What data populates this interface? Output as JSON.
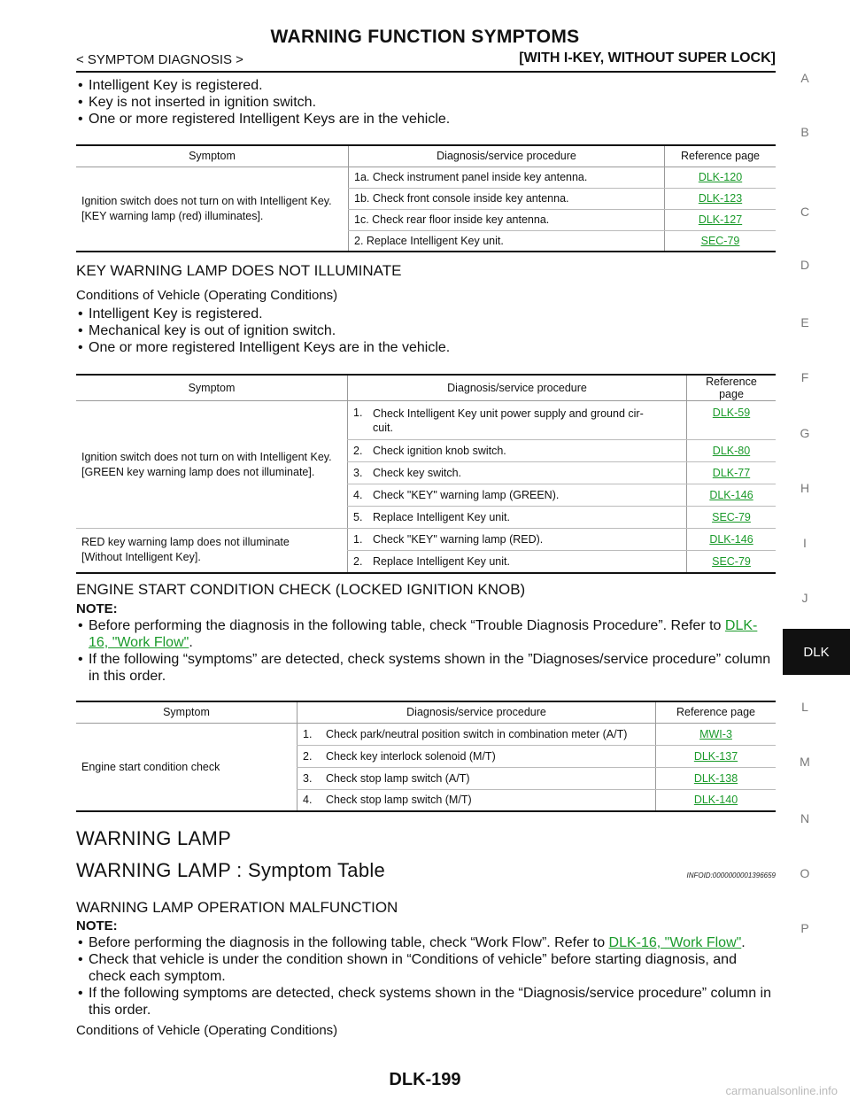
{
  "header": {
    "title": "WARNING FUNCTION SYMPTOMS",
    "section": "< SYMPTOM DIAGNOSIS >",
    "variant": "[WITH I-KEY, WITHOUT SUPER LOCK]"
  },
  "intro_bullets": [
    "Intelligent Key is registered.",
    "Key is not inserted in ignition switch.",
    "One or more registered Intelligent Keys are in the vehicle."
  ],
  "table_headers": {
    "symptom": "Symptom",
    "procedure": "Diagnosis/service procedure",
    "reference": "Reference page"
  },
  "table1": {
    "symptom": [
      "Ignition switch does not turn on with Intelligent Key.",
      "[KEY warning lamp (red) illuminates]."
    ],
    "rows": [
      {
        "proc": "1a. Check instrument panel inside key antenna.",
        "ref": "DLK-120"
      },
      {
        "proc": "1b. Check front console inside key antenna.",
        "ref": "DLK-123"
      },
      {
        "proc": "1c. Check rear floor inside key antenna.",
        "ref": "DLK-127"
      },
      {
        "proc": "2. Replace Intelligent Key unit.",
        "ref": "SEC-79"
      }
    ]
  },
  "section_key_lamp": {
    "heading": "KEY WARNING LAMP DOES NOT ILLUMINATE",
    "conditions": "Conditions of Vehicle (Operating Conditions)",
    "bullets": [
      "Intelligent Key is registered.",
      "Mechanical key is out of ignition switch.",
      "One or more registered Intelligent Keys are in the vehicle."
    ]
  },
  "table2": {
    "group1": {
      "symptom": [
        "Ignition switch does not turn on with Intelligent Key.",
        "[GREEN key warning lamp does not illuminate]."
      ],
      "rows": [
        {
          "num": "1.",
          "proc": [
            "Check Intelligent Key unit power supply and ground cir-",
            "cuit."
          ],
          "ref": "DLK-59"
        },
        {
          "num": "2.",
          "proc": [
            "Check ignition knob switch."
          ],
          "ref": "DLK-80"
        },
        {
          "num": "3.",
          "proc": [
            "Check key switch."
          ],
          "ref": "DLK-77"
        },
        {
          "num": "4.",
          "proc": [
            "Check \"KEY\" warning lamp (GREEN)."
          ],
          "ref": "DLK-146"
        },
        {
          "num": "5.",
          "proc": [
            "Replace Intelligent Key unit."
          ],
          "ref": "SEC-79"
        }
      ]
    },
    "group2": {
      "symptom": [
        "RED key warning lamp does not illuminate",
        "[Without Intelligent Key]."
      ],
      "rows": [
        {
          "num": "1.",
          "proc": [
            "Check \"KEY\" warning lamp (RED)."
          ],
          "ref": "DLK-146"
        },
        {
          "num": "2.",
          "proc": [
            "Replace Intelligent Key unit."
          ],
          "ref": "SEC-79"
        }
      ]
    }
  },
  "section_engine": {
    "heading": "ENGINE START CONDITION CHECK (LOCKED IGNITION KNOB)",
    "note_label": "NOTE:",
    "note1_prefix": "Before performing the diagnosis in the following table, check “Trouble Diagnosis Procedure”. Refer to ",
    "note1_link": "DLK-16, \"Work Flow\"",
    "note1_suffix": ".",
    "note2": "If the following “symptoms” are detected, check systems shown in the ”Diagnoses/service procedure” column in this order."
  },
  "table3": {
    "symptom": "Engine start condition check",
    "rows": [
      {
        "num": "1.",
        "proc": "Check park/neutral position switch in combination meter (A/T)",
        "ref": "MWI-3"
      },
      {
        "num": "2.",
        "proc": "Check key interlock solenoid (M/T)",
        "ref": "DLK-137"
      },
      {
        "num": "3.",
        "proc": "Check stop lamp switch (A/T)",
        "ref": "DLK-138"
      },
      {
        "num": "4.",
        "proc": "Check stop lamp switch (M/T)",
        "ref": "DLK-140"
      }
    ]
  },
  "section_warning": {
    "heading": "WARNING LAMP",
    "subheading": "WARNING LAMP : Symptom Table",
    "infoid": "INFOID:0000000001396659",
    "malfunction": "WARNING LAMP OPERATION MALFUNCTION",
    "note_label": "NOTE:",
    "note1_prefix": "Before performing the diagnosis in the following table, check “Work Flow”. Refer to ",
    "note1_link": "DLK-16, \"Work Flow\"",
    "note1_suffix": ".",
    "note2": "Check that vehicle is under the condition shown in “Conditions of vehicle” before starting diagnosis, and check each symptom.",
    "note3": "If the following symptoms are detected, check systems shown in the “Diagnosis/service procedure” column in this order.",
    "conditions": "Conditions of Vehicle (Operating Conditions)"
  },
  "side_index": [
    "A",
    "B",
    "C",
    "D",
    "E",
    "F",
    "G",
    "H",
    "I",
    "J",
    "DLK",
    "L",
    "M",
    "N",
    "O",
    "P"
  ],
  "footer": {
    "page_number": "DLK-199",
    "watermark": "carmanualsonline.info"
  },
  "colors": {
    "link": "#1a9a2a",
    "tab_active": "#111111"
  }
}
